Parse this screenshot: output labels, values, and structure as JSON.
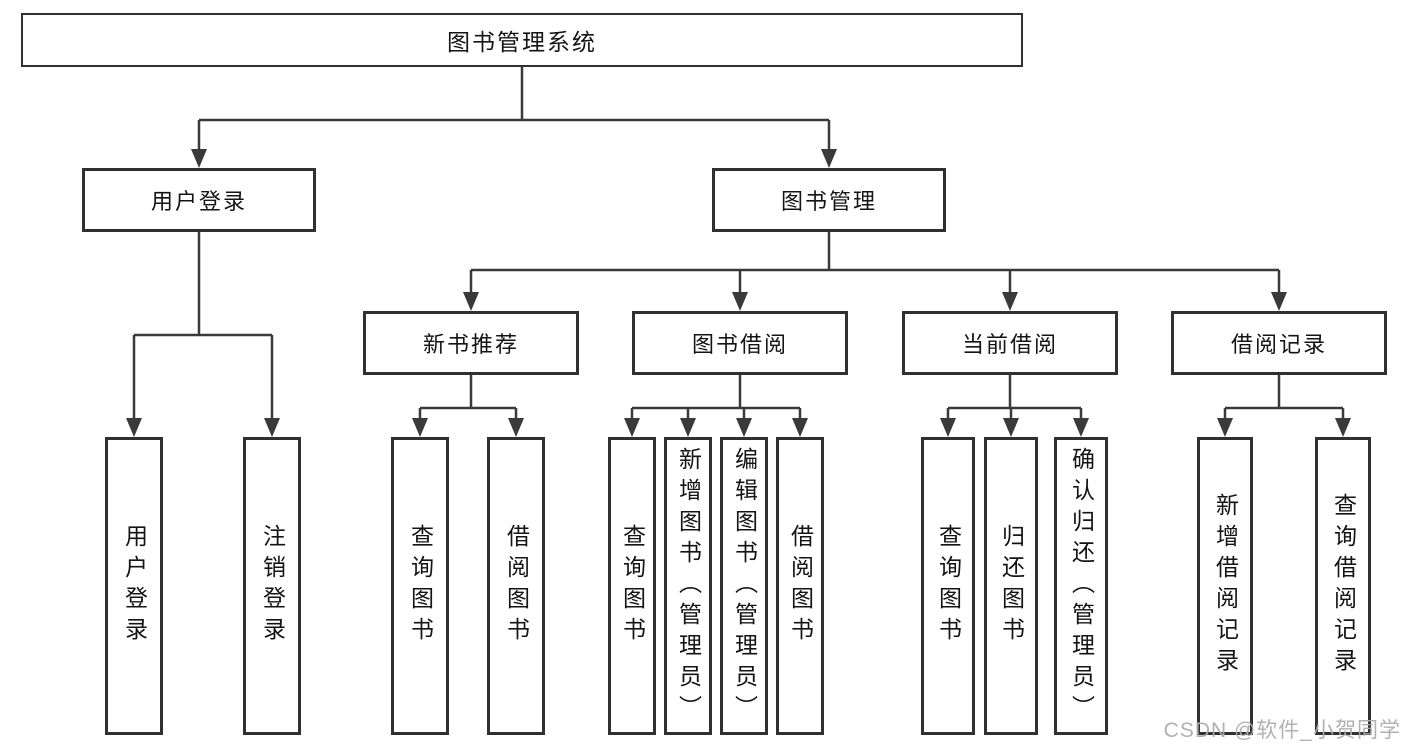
{
  "diagram_type": "hierarchy-tree",
  "tree": {
    "label": "图书管理系统",
    "children": [
      {
        "label": "用户登录",
        "children": [
          {
            "label": "用户登录"
          },
          {
            "label": "注销登录"
          }
        ]
      },
      {
        "label": "图书管理",
        "children": [
          {
            "label": "新书推荐",
            "children": [
              {
                "label": "查询图书"
              },
              {
                "label": "借阅图书"
              }
            ]
          },
          {
            "label": "图书借阅",
            "children": [
              {
                "label": "查询图书"
              },
              {
                "label": "新增图书（管理员）"
              },
              {
                "label": "编辑图书（管理员）"
              },
              {
                "label": "借阅图书"
              }
            ]
          },
          {
            "label": "当前借阅",
            "children": [
              {
                "label": "查询图书"
              },
              {
                "label": "归还图书"
              },
              {
                "label": "确认归还（管理员）"
              }
            ]
          },
          {
            "label": "借阅记录",
            "children": [
              {
                "label": "新增借阅记录"
              },
              {
                "label": "查询借阅记录"
              }
            ]
          }
        ]
      }
    ]
  },
  "watermark": {
    "text": "CSDN @软件_小贺同学"
  },
  "colors": {
    "background": "#ffffff",
    "box_border": "#303030",
    "connector": "#3a3a3a",
    "text": "#141414",
    "watermark": "#adadad"
  }
}
